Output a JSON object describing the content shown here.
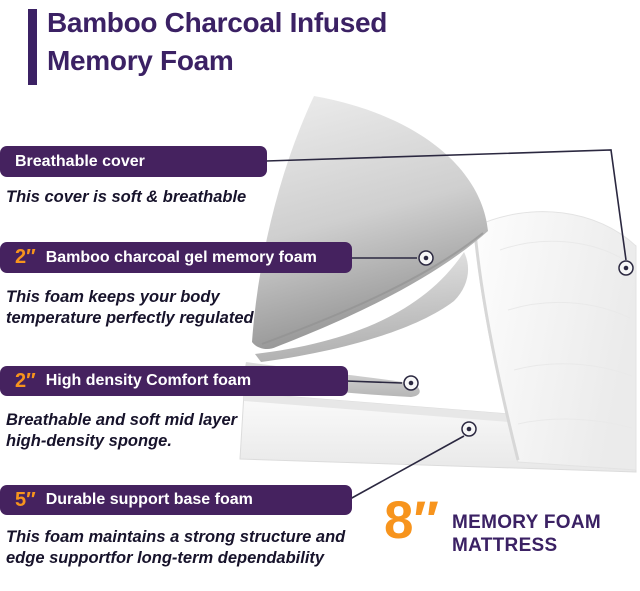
{
  "header": {
    "title_line1": "Bamboo Charcoal Infused",
    "title_line2": "Memory Foam"
  },
  "callouts": [
    {
      "label": "Breathable cover",
      "desc_line1": "This cover is soft & breathable"
    },
    {
      "size": "2″",
      "label": "Bamboo charcoal gel  memory foam",
      "desc_line1": "This foam keeps your body",
      "desc_line2": "temperature perfectly regulated"
    },
    {
      "size": "2″",
      "label": "High density Comfort foam",
      "desc_line1": "Breathable and soft mid layer",
      "desc_line2": "high-density sponge."
    },
    {
      "size": "5″",
      "label": "Durable support base foam",
      "desc_line1": "This foam maintains a strong structure and",
      "desc_line2": "edge supportfor long-term dependability"
    }
  ],
  "badge": {
    "size": "8″",
    "line1": "MEMORY FOAM",
    "line2": "MATTRESS"
  },
  "colors": {
    "title_purple": "#3b2164",
    "pill_purple": "#45225f",
    "accent_orange": "#f7941d",
    "desc_text": "#17132b",
    "leader_line": "#2b2840"
  }
}
